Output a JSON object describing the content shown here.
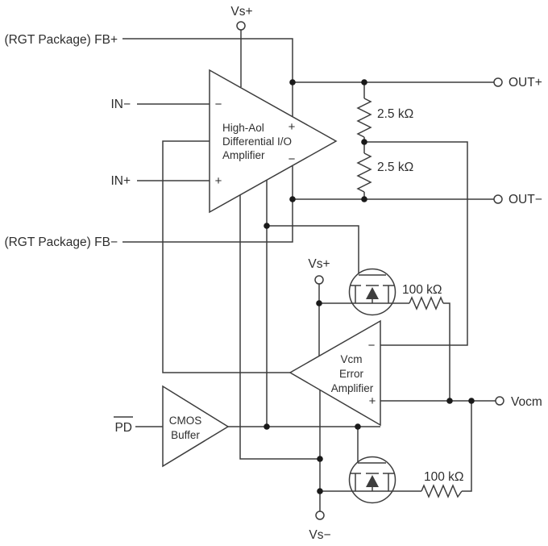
{
  "colors": {
    "line": "#3d3d3d",
    "text": "#2e2e2e",
    "junction": "#1a1a1a",
    "background": "#ffffff"
  },
  "terminals": {
    "vs_plus_top": "Vs+",
    "out_plus": "OUT+",
    "out_minus": "OUT−",
    "vs_plus_mid": "Vs+",
    "vocm": "Vocm",
    "vs_minus": "Vs−"
  },
  "pins": {
    "fb_plus": "(RGT Package) FB+",
    "in_minus": "IN−",
    "in_plus": "IN+",
    "fb_minus": "(RGT Package) FB−",
    "pd": "PD"
  },
  "main_amp": {
    "line1": "High-Aol",
    "line2": "Differential I/O",
    "line3": "Amplifier",
    "in_minus": "−",
    "in_plus": "+",
    "out_plus": "+",
    "out_minus": "−"
  },
  "vcm_amp": {
    "line1": "Vcm",
    "line2": "Error",
    "line3": "Amplifier",
    "in_minus": "−",
    "in_plus": "+"
  },
  "pd_buffer": {
    "line1": "CMOS",
    "line2": "Buffer"
  },
  "resistors": {
    "feedback_top": "2.5 kΩ",
    "feedback_bottom": "2.5 kΩ",
    "vocm_upper": "100 kΩ",
    "vocm_lower": "100 kΩ"
  }
}
